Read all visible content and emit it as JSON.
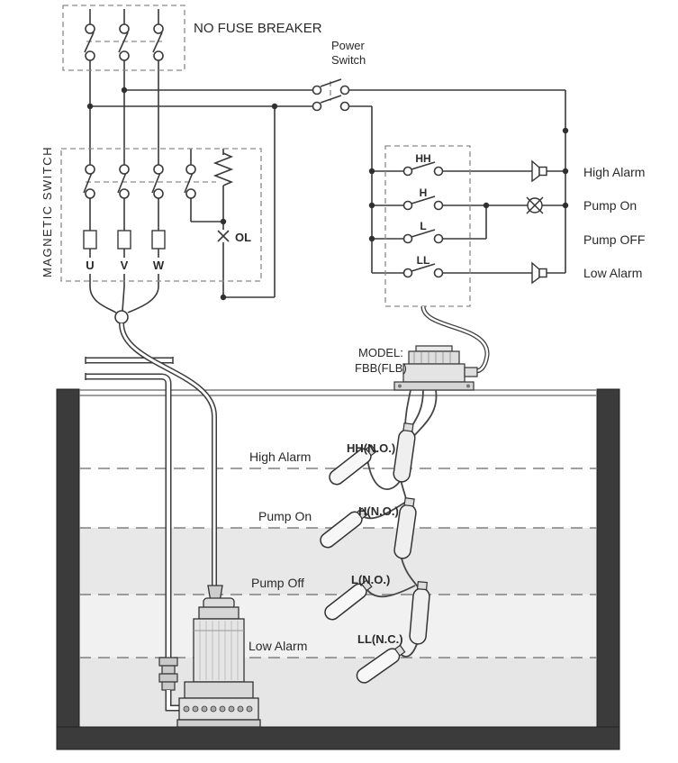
{
  "colors": {
    "line": "#3a3a3a",
    "dashed_box": "#8a8a8a",
    "wall": "#3b3b3b",
    "water_band_mid": "#e8e8e8",
    "water_band_light": "#f1f1f1",
    "water_band_low": "#e6e6e6"
  },
  "circuit": {
    "no_fuse_breaker_label": "NO FUSE BREAKER",
    "power_switch_label_line1": "Power",
    "power_switch_label_line2": "Switch",
    "magnetic_switch_label": "MAGNETIC SWITCH",
    "overload_label": "OL",
    "phases": {
      "u": "U",
      "v": "V",
      "w": "W"
    },
    "float_contacts": {
      "hh": "HH",
      "h": "H",
      "l": "L",
      "ll": "LL"
    },
    "outputs": {
      "high_alarm": "High Alarm",
      "pump_on": "Pump On",
      "pump_off": "Pump OFF",
      "low_alarm": "Low Alarm"
    }
  },
  "controller": {
    "model_label": "MODEL:",
    "model_value": "FBB(FLB)"
  },
  "tank": {
    "level_labels": {
      "high_alarm": "High Alarm",
      "pump_on": "Pump On",
      "pump_off": "Pump Off",
      "low_alarm": "Low Alarm"
    },
    "float_labels": {
      "hh": "HH(N.O.)",
      "h": "H(N.O.)",
      "l": "L(N.O.)",
      "ll": "LL(N.C.)"
    }
  }
}
